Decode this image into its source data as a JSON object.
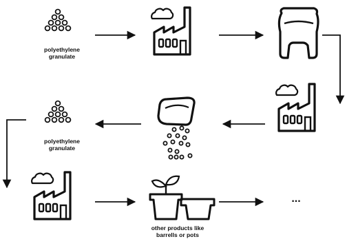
{
  "labels": {
    "granulate_top_line1": "polyethylene",
    "granulate_top_line2": "granulate",
    "granulate_mid_line1": "polyethylene",
    "granulate_mid_line2": "granulate",
    "products_line1": "other products like",
    "products_line2": "barrells or pots",
    "continuation": "..."
  },
  "colors": {
    "stroke": "#111111",
    "background": "#ffffff"
  }
}
